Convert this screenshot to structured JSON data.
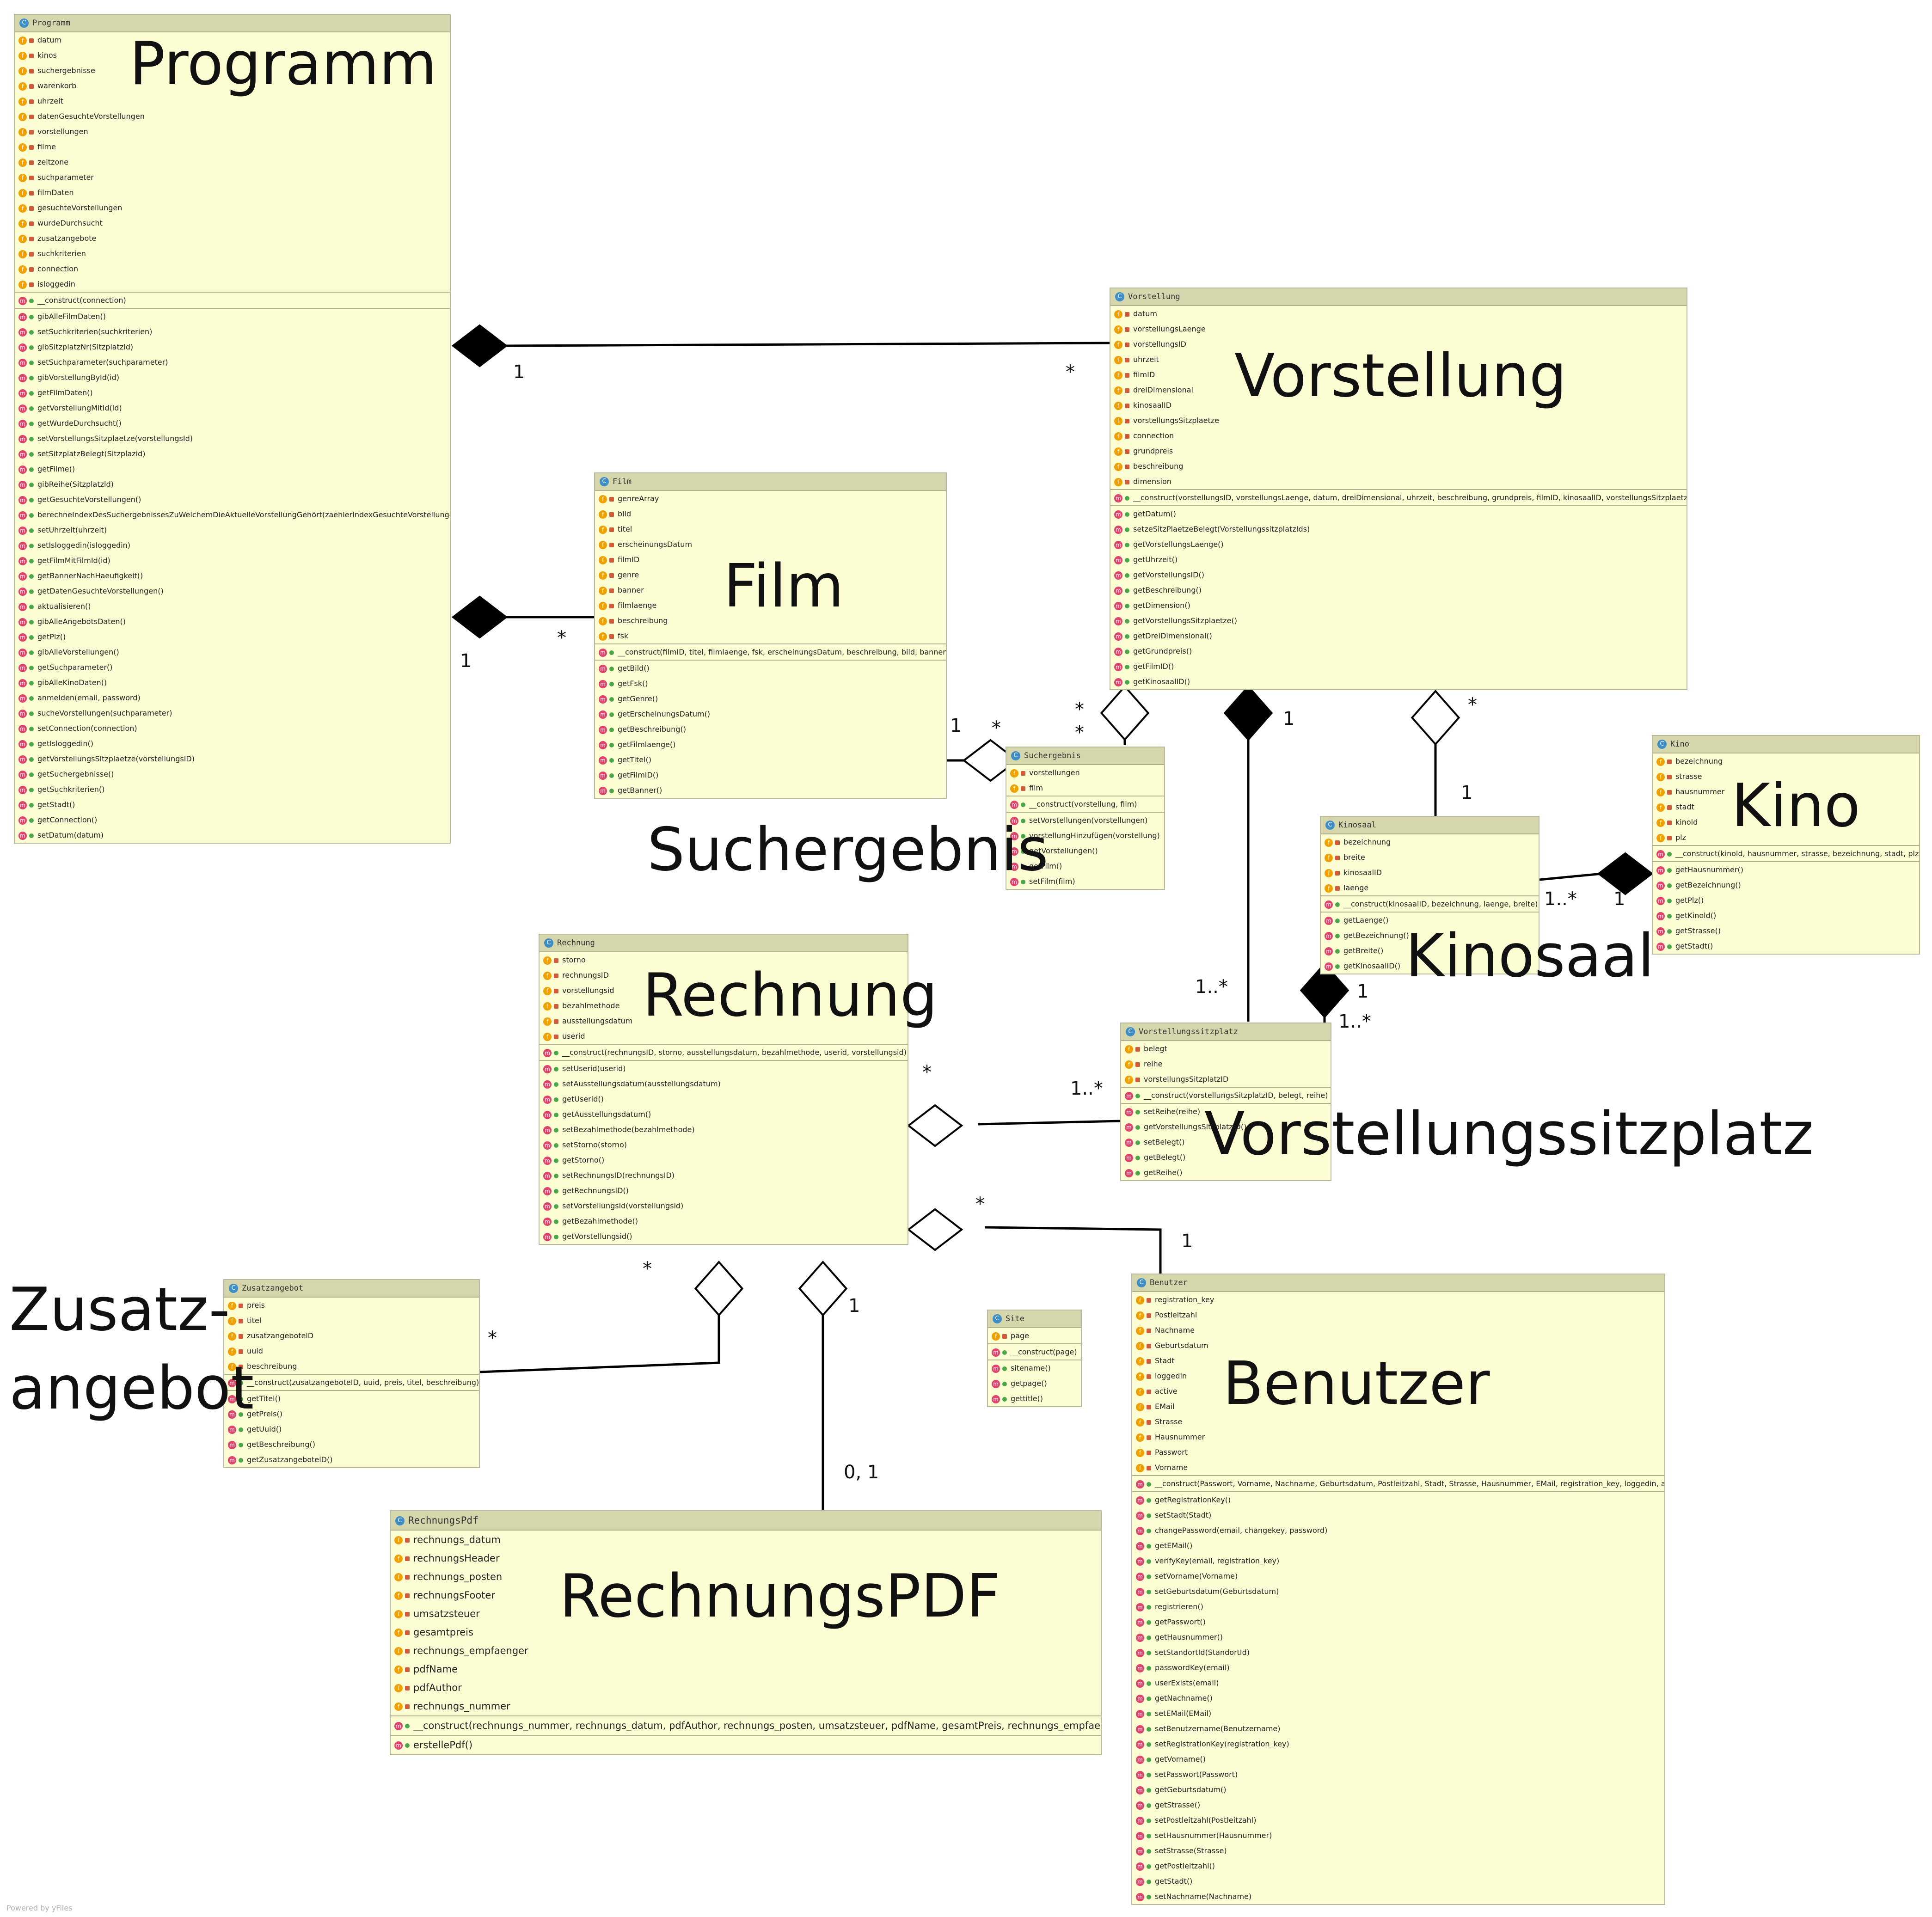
{
  "classes": [
    {
      "name": "Programm",
      "fields": [
        "datum",
        "kinos",
        "suchergebnisse",
        "warenkorb",
        "uhrzeit",
        "datenGesuchteVorstellungen",
        "vorstellungen",
        "filme",
        "zeitzone",
        "suchparameter",
        "filmDaten",
        "gesuchteVorstellungen",
        "wurdeDurchsucht",
        "zusatzangebote",
        "suchkriterien",
        "connection",
        "isloggedin"
      ],
      "constructors": [
        "__construct(connection)"
      ],
      "methods": [
        "gibAlleFilmDaten()",
        "setSuchkriterien(suchkriterien)",
        "gibSitzplatzNr(Sitzplatzld)",
        "setSuchparameter(suchparameter)",
        "gibVorstellungById(id)",
        "getFilmDaten()",
        "getVorstellungMitId(id)",
        "getWurdeDurchsucht()",
        "setVorstellungsSitzplaetze(vorstellungsId)",
        "setSitzplatzBelegt(Sitzplazid)",
        "getFilme()",
        "gibReihe(Sitzplatzld)",
        "getGesuchteVorstellungen()",
        "berechneIndexDesSuchergebnissesZuWelchemDieAktuelleVorstellungGehört(zaehlerIndexGesuchteVorstellungen)",
        "setUhrzeit(uhrzeit)",
        "setIsloggedin(isloggedin)",
        "getFilmMitFilmId(id)",
        "getBannerNachHaeufigkeit()",
        "getDatenGesuchteVorstellungen()",
        "aktualisieren()",
        "gibAlleAngebotsDaten()",
        "getPlz()",
        "gibAlleVorstellungen()",
        "getSuchparameter()",
        "gibAlleKinoDaten()",
        "anmelden(email, password)",
        "sucheVorstellungen(suchparameter)",
        "setConnection(connection)",
        "getIsloggedin()",
        "getVorstellungsSitzplaetze(vorstellungsID)",
        "getSuchergebnisse()",
        "getSuchkriterien()",
        "getStadt()",
        "getConnection()",
        "setDatum(datum)"
      ]
    },
    {
      "name": "Vorstellung",
      "fields": [
        "datum",
        "vorstellungsLaenge",
        "vorstellungsID",
        "uhrzeit",
        "filmID",
        "dreiDimensional",
        "kinosaalID",
        "vorstellungsSitzplaetze",
        "connection",
        "grundpreis",
        "beschreibung",
        "dimension"
      ],
      "constructors": [
        "__construct(vorstellungsID, vorstellungsLaenge, datum, dreiDimensional, uhrzeit, beschreibung, grundpreis, filmID, kinosaalID, vorstellungsSitzplaetze)"
      ],
      "methods": [
        "getDatum()",
        "setzeSitzPlaetzeBelegt(VorstellungssitzplatzIds)",
        "getVorstellungsLaenge()",
        "getUhrzeit()",
        "getVorstellungsID()",
        "getBeschreibung()",
        "getDimension()",
        "getVorstellungsSitzplaetze()",
        "getDreiDimensional()",
        "getGrundpreis()",
        "getFilmID()",
        "getKinosaalID()"
      ]
    },
    {
      "name": "Film",
      "fields": [
        "genreArray",
        "bild",
        "titel",
        "erscheinungsDatum",
        "filmID",
        "genre",
        "banner",
        "filmlaenge",
        "beschreibung",
        "fsk"
      ],
      "constructors": [
        "__construct(filmID, titel, filmlaenge, fsk, erscheinungsDatum, beschreibung, bild, banner)"
      ],
      "methods": [
        "getBild()",
        "getFsk()",
        "getGenre()",
        "getErscheinungsDatum()",
        "getBeschreibung()",
        "getFilmlaenge()",
        "getTitel()",
        "getFilmID()",
        "getBanner()"
      ]
    },
    {
      "name": "Suchergebnis",
      "fields": [
        "vorstellungen",
        "film"
      ],
      "constructors": [
        "__construct(vorstellung, film)"
      ],
      "methods": [
        "setVorstellungen(vorstellungen)",
        "vorstellungHinzufügen(vorstellung)",
        "getVorstellungen()",
        "getFilm()",
        "setFilm(film)"
      ]
    },
    {
      "name": "Kino",
      "fields": [
        "bezeichnung",
        "strasse",
        "hausnummer",
        "stadt",
        "kinold",
        "plz"
      ],
      "constructors": [
        "__construct(kinold, hausnummer, strasse, bezeichnung, stadt, plz)"
      ],
      "methods": [
        "getHausnummer()",
        "getBezeichnung()",
        "getPlz()",
        "getKinold()",
        "getStrasse()",
        "getStadt()"
      ]
    },
    {
      "name": "Kinosaal",
      "fields": [
        "bezeichnung",
        "breite",
        "kinosaalID",
        "laenge"
      ],
      "constructors": [
        "__construct(kinosaalID, bezeichnung, laenge, breite)"
      ],
      "methods": [
        "getLaenge()",
        "getBezeichnung()",
        "getBreite()",
        "getKinosaalID()"
      ]
    },
    {
      "name": "Rechnung",
      "fields": [
        "storno",
        "rechnungsID",
        "vorstellungsid",
        "bezahlmethode",
        "ausstellungsdatum",
        "userid"
      ],
      "constructors": [
        "__construct(rechnungsID, storno, ausstellungsdatum, bezahlmethode, userid, vorstellungsid)"
      ],
      "methods": [
        "setUserid(userid)",
        "setAusstellungsdatum(ausstellungsdatum)",
        "getUserid()",
        "getAusstellungsdatum()",
        "setBezahlmethode(bezahlmethode)",
        "setStorno(storno)",
        "getStorno()",
        "setRechnungsID(rechnungsID)",
        "getRechnungsID()",
        "setVorstellungsid(vorstellungsid)",
        "getBezahlmethode()",
        "getVorstellungsid()"
      ]
    },
    {
      "name": "Vorstellungssitzplatz",
      "fields": [
        "belegt",
        "reihe",
        "vorstellungsSitzplatzID"
      ],
      "constructors": [
        "__construct(vorstellungsSitzplatzID, belegt, reihe)"
      ],
      "methods": [
        "setReihe(reihe)",
        "getVorstellungsSitzplatzID()",
        "setBelegt()",
        "getBelegt()",
        "getReihe()"
      ]
    },
    {
      "name": "Zusatzangebot",
      "fields": [
        "preis",
        "titel",
        "zusatzangebotelD",
        "uuid",
        "beschreibung"
      ],
      "constructors": [
        "__construct(zusatzangeboteID, uuid, preis, titel, beschreibung)"
      ],
      "methods": [
        "getTitel()",
        "getPreis()",
        "getUuid()",
        "getBeschreibung()",
        "getZusatzangebotelD()"
      ]
    },
    {
      "name": "Site",
      "fields": [
        "page"
      ],
      "constructors": [
        "__construct(page)"
      ],
      "methods": [
        "sitename()",
        "getpage()",
        "gettitle()"
      ]
    },
    {
      "name": "Benutzer",
      "fields": [
        "registration_key",
        "Postleitzahl",
        "Nachname",
        "Geburtsdatum",
        "Stadt",
        "loggedin",
        "active",
        "EMail",
        "Strasse",
        "Hausnummer",
        "Passwort",
        "Vorname"
      ],
      "constructors": [
        "__construct(Passwort, Vorname, Nachname, Geburtsdatum, Postleitzahl, Stadt, Strasse, Hausnummer, EMail, registration_key, loggedin, activ"
      ],
      "methods": [
        "getRegistrationKey()",
        "setStadt(Stadt)",
        "changePassword(email, changekey, password)",
        "getEMail()",
        "verifyKey(email, registration_key)",
        "setVorname(Vorname)",
        "setGeburtsdatum(Geburtsdatum)",
        "registrieren()",
        "getPasswort()",
        "getHausnummer()",
        "setStandortId(StandortId)",
        "passwordKey(email)",
        "userExists(email)",
        "getNachname()",
        "setEMail(EMail)",
        "setBenutzername(Benutzername)",
        "setRegistrationKey(registration_key)",
        "getVorname()",
        "setPasswort(Passwort)",
        "getGeburtsdatum()",
        "getStrasse()",
        "setPostleitzahl(Postleitzahl)",
        "setHausnummer(Hausnummer)",
        "setStrasse(Strasse)",
        "getPostleitzahl()",
        "getStadt()",
        "setNachname(Nachname)"
      ]
    },
    {
      "name": "RechnungsPdf",
      "fields": [
        "rechnungs_datum",
        "rechnungsHeader",
        "rechnungs_posten",
        "rechnungsFooter",
        "umsatzsteuer",
        "gesamtpreis",
        "rechnungs_empfaenger",
        "pdfName",
        "pdfAuthor",
        "rechnungs_nummer"
      ],
      "constructors": [
        "__construct(rechnungs_nummer, rechnungs_datum, pdfAuthor, rechnungs_posten, umsatzsteuer, pdfName, gesamtPreis, rechnungs_empfaenger)"
      ],
      "methods": [
        "erstellePdf()"
      ]
    }
  ],
  "labels": [
    "Programm",
    "Vorstellung",
    "Film",
    "Suchergebnis",
    "Kino",
    "Kinosaal",
    "Rechnung",
    "Vorstellungssitzplatz",
    "Zusatz-",
    "angebot",
    "Benutzer",
    "RechnungsPDF"
  ],
  "multiplicities": [
    "1",
    "*",
    "1",
    "*",
    "1",
    "*",
    "*",
    "*",
    "1",
    "*",
    "1",
    "1..*",
    "1",
    "1..*",
    "1",
    "1..*",
    "*",
    "1..*",
    "*",
    "1",
    "*",
    "*",
    "1",
    "0, 1"
  ],
  "footer": "Powered by yFiles",
  "icons": {
    "class_badge": "C",
    "field_badge": "f",
    "method_badge": "m"
  }
}
